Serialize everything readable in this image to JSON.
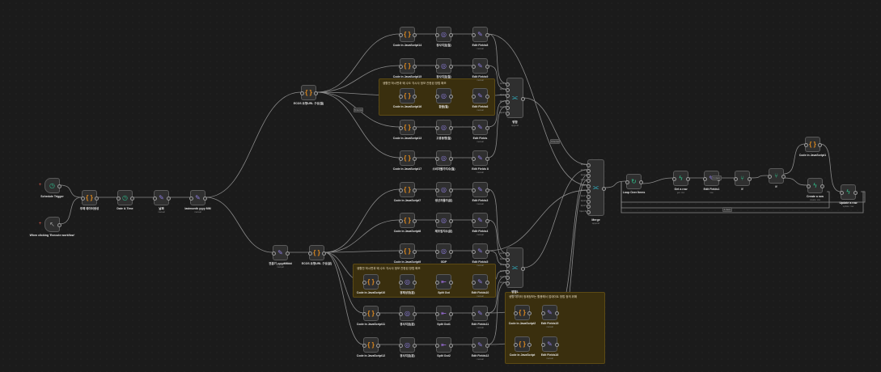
{
  "canvas": {
    "stickies": [
      {
        "id": "s1",
        "text": "생활안 하시면과 돼 수도 각시사 정보 관한된 방법 확보"
      },
      {
        "id": "s2",
        "text": "생활안 하시면과 돼 수도 각시사 정보 관한된 방법 확보"
      },
      {
        "id": "s3",
        "text": "생활 데이터 정제정보는 활용해서 업데이트 방법 정의 위해"
      }
    ],
    "nodes": [
      {
        "id": "schedule",
        "label": "Schedule Trigger",
        "sub": "",
        "icon": "clock-icon"
      },
      {
        "id": "manual",
        "label": "When clicking 'Execute workflow'",
        "sub": "",
        "icon": "cursor-icon"
      },
      {
        "id": "code0",
        "label": "주제 데이터생성",
        "sub": "",
        "icon": "code-icon"
      },
      {
        "id": "datetime",
        "label": "Date & Time",
        "sub": "",
        "icon": "clock-icon"
      },
      {
        "id": "edit_a",
        "label": "날짜",
        "sub": "manual",
        "icon": "pencil-icon"
      },
      {
        "id": "edit_b",
        "label": "lastmonth yyyy MM",
        "sub": "manual",
        "icon": "pencil-icon"
      },
      {
        "id": "code_ecos1",
        "label": "ECOS 요청URL 구성(월)",
        "sub": "",
        "icon": "code-icon"
      },
      {
        "id": "edit_c",
        "label": "전분기 yyyyMMdd",
        "sub": "manual",
        "icon": "pencil-icon"
      },
      {
        "id": "code_ecos2",
        "label": "ECOS 요청URL 구성(분)",
        "sub": "",
        "icon": "code-icon"
      },
      {
        "id": "c14",
        "label": "Code in JavaScript14",
        "sub": "",
        "icon": "code-icon"
      },
      {
        "id": "h14",
        "label": "경사지표(월)",
        "sub": "",
        "icon": "globe-icon"
      },
      {
        "id": "e14",
        "label": "Edit Fields8",
        "sub": "manual",
        "icon": "pencil-icon"
      },
      {
        "id": "c15",
        "label": "Code in JavaScript15",
        "sub": "",
        "icon": "code-icon"
      },
      {
        "id": "h15",
        "label": "경사지표(월)",
        "sub": "",
        "icon": "globe-icon"
      },
      {
        "id": "e15",
        "label": "Edit Fields9",
        "sub": "manual",
        "icon": "pencil-icon"
      },
      {
        "id": "c16",
        "label": "Code in JavaScript16",
        "sub": "",
        "icon": "code-icon"
      },
      {
        "id": "h16",
        "label": "환율(월)",
        "sub": "",
        "icon": "globe-icon"
      },
      {
        "id": "e16",
        "label": "Edit Fields6",
        "sub": "manual",
        "icon": "pencil-icon"
      },
      {
        "id": "c13",
        "label": "Code in JavaScript13",
        "sub": "",
        "icon": "code-icon"
      },
      {
        "id": "h13",
        "label": "고용동향(월)",
        "sub": "",
        "icon": "globe-icon"
      },
      {
        "id": "e13",
        "label": "Edit Fields",
        "sub": "manual",
        "icon": "pencil-icon"
      },
      {
        "id": "c17",
        "label": "Code in JavaScript17",
        "sub": "",
        "icon": "code-icon"
      },
      {
        "id": "h17",
        "label": "소비자물가지수(월)",
        "sub": "",
        "icon": "globe-icon"
      },
      {
        "id": "e17",
        "label": "Edit Fields 8",
        "sub": "manual",
        "icon": "pencil-icon"
      },
      {
        "id": "c7",
        "label": "Code in JavaScript7",
        "sub": "",
        "icon": "code-icon"
      },
      {
        "id": "h7",
        "label": "생산자물가(분)",
        "sub": "",
        "icon": "globe-icon"
      },
      {
        "id": "e7",
        "label": "Edit Fields3",
        "sub": "manual",
        "icon": "pencil-icon"
      },
      {
        "id": "c8",
        "label": "Code in JavaScript8",
        "sub": "",
        "icon": "code-icon"
      },
      {
        "id": "h8",
        "label": "제조업지수(분)",
        "sub": "",
        "icon": "globe-icon"
      },
      {
        "id": "e8",
        "label": "Edit Fields4",
        "sub": "manual",
        "icon": "pencil-icon"
      },
      {
        "id": "c9",
        "label": "Code in JavaScript9",
        "sub": "",
        "icon": "code-icon"
      },
      {
        "id": "h9",
        "label": "GDP",
        "sub": "",
        "icon": "globe-icon"
      },
      {
        "id": "e9",
        "label": "Edit Fields5",
        "sub": "manual",
        "icon": "pencil-icon"
      },
      {
        "id": "c10",
        "label": "Code in JavaScript10",
        "sub": "",
        "icon": "code-icon"
      },
      {
        "id": "h10",
        "label": "경제성장(분)",
        "sub": "",
        "icon": "globe-icon"
      },
      {
        "id": "s10",
        "label": "Split Out",
        "sub": "",
        "icon": "split-icon"
      },
      {
        "id": "e10",
        "label": "Edit Fields10",
        "sub": "manual",
        "icon": "pencil-icon"
      },
      {
        "id": "c11",
        "label": "Code in JavaScript11",
        "sub": "",
        "icon": "code-icon"
      },
      {
        "id": "h11",
        "label": "경사지표(분)",
        "sub": "",
        "icon": "globe-icon"
      },
      {
        "id": "s11",
        "label": "Split Out1",
        "sub": "",
        "icon": "split-icon"
      },
      {
        "id": "e11",
        "label": "Edit Fields11",
        "sub": "manual",
        "icon": "pencil-icon"
      },
      {
        "id": "c12",
        "label": "Code in JavaScript12",
        "sub": "",
        "icon": "code-icon"
      },
      {
        "id": "h12",
        "label": "경사지표(분)",
        "sub": "",
        "icon": "globe-icon"
      },
      {
        "id": "s12",
        "label": "Split Out2",
        "sub": "",
        "icon": "split-icon"
      },
      {
        "id": "e12",
        "label": "Edit Fields12",
        "sub": "manual",
        "icon": "pencil-icon"
      },
      {
        "id": "c2",
        "label": "Code in JavaScript2",
        "sub": "",
        "icon": "code-icon"
      },
      {
        "id": "e2",
        "label": "Edit Fields15",
        "sub": "manual",
        "icon": "pencil-icon"
      },
      {
        "id": "c3",
        "label": "Code in JavaScript",
        "sub": "",
        "icon": "code-icon"
      },
      {
        "id": "e3",
        "label": "Edit Fields16",
        "sub": "manual",
        "icon": "pencil-icon"
      },
      {
        "id": "loop",
        "label": "Loop Over Items",
        "sub": "",
        "icon": "loop-icon"
      },
      {
        "id": "getrow",
        "label": "Get a row",
        "sub": "get: row",
        "icon": "bolt-icon"
      },
      {
        "id": "edit_d",
        "label": "Edit Fields1",
        "sub": "raw",
        "icon": "pencil-icon"
      },
      {
        "id": "if1",
        "label": "If",
        "sub": "",
        "icon": "if-icon"
      },
      {
        "id": "if2",
        "label": "If",
        "sub": "",
        "icon": "if-icon"
      },
      {
        "id": "code1",
        "label": "Code in JavaScript1",
        "sub": "",
        "icon": "code-icon"
      },
      {
        "id": "create",
        "label": "Create a row",
        "sub": "create: row",
        "icon": "bolt-icon"
      },
      {
        "id": "update",
        "label": "Update a row",
        "sub": "update: row",
        "icon": "bolt-icon"
      }
    ],
    "merges": [
      {
        "id": "m1",
        "label": "병합",
        "sub": "append",
        "inputs": [
          "Input 1",
          "Input 2",
          "Input 3",
          "Input 4",
          "Input 5",
          "Input 6"
        ]
      },
      {
        "id": "m2",
        "label": "병합1",
        "sub": "append",
        "inputs": [
          "Input 1",
          "Input 2",
          "Input 3",
          "Input 4",
          "Input 5",
          "Input 6"
        ]
      },
      {
        "id": "m3",
        "label": "Merge",
        "sub": "append",
        "inputs": [
          "Input 1",
          "Input 2",
          "Input 3",
          "Input 4",
          "Input 5",
          "Input 6",
          "Input 7",
          "Input 8",
          "Input 9",
          "Input 10"
        ]
      }
    ],
    "edge_badges": [
      "5 items",
      "3 items",
      "1 item",
      "1 item"
    ],
    "loop_outputs": [
      "done",
      "loop"
    ],
    "if_outputs": [
      "true",
      "false"
    ]
  }
}
